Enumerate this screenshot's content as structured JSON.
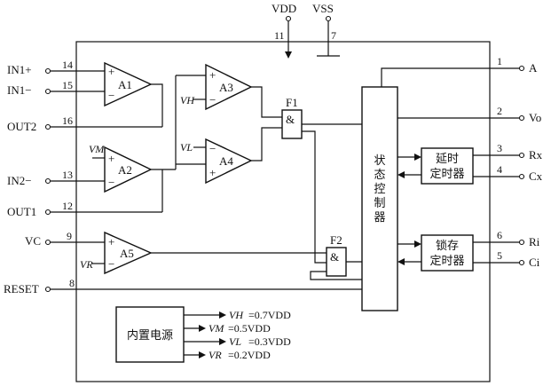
{
  "supply": {
    "vdd": "VDD",
    "vss": "VSS",
    "vdd_pin": "11",
    "vss_pin": "7"
  },
  "left_pins": [
    {
      "label": "IN1+",
      "num": "14"
    },
    {
      "label": "IN1−",
      "num": "15"
    },
    {
      "label": "OUT2",
      "num": "16"
    },
    {
      "label": "IN2−",
      "num": "13"
    },
    {
      "label": "OUT1",
      "num": "12"
    },
    {
      "label": "VC",
      "num": "9"
    },
    {
      "label": "RESET",
      "num": "8"
    }
  ],
  "right_pins": [
    {
      "label": "A",
      "num": "1"
    },
    {
      "label": "Vo",
      "num": "2"
    },
    {
      "label": "Rx",
      "num": "3"
    },
    {
      "label": "Cx",
      "num": "4"
    },
    {
      "label": "Ri",
      "num": "6"
    },
    {
      "label": "Ci",
      "num": "5"
    }
  ],
  "amps": {
    "a1": "A1",
    "a2": "A2",
    "a3": "A3",
    "a4": "A4",
    "a5": "A5"
  },
  "gates": {
    "f1": "F1",
    "f2": "F2",
    "symbol": "&"
  },
  "refs": {
    "vh": "VH",
    "vl": "VL",
    "vm": "VM",
    "vr": "VR"
  },
  "blocks": {
    "state_controller": [
      "状",
      "态",
      "控",
      "制",
      "器"
    ],
    "delay_timer": [
      "延时",
      "定时器"
    ],
    "latch_timer": [
      "锁存",
      "定时器"
    ],
    "internal_supply": "内置电源"
  },
  "supply_outputs": [
    {
      "lhs": "VH",
      "rhs": "=0.7VDD"
    },
    {
      "lhs": "VM",
      "rhs": "=0.5VDD"
    },
    {
      "lhs": "VL",
      "rhs": "=0.3VDD"
    },
    {
      "lhs": "VR",
      "rhs": "=0.2VDD"
    }
  ],
  "signs": {
    "plus": "+",
    "minus": "−"
  }
}
